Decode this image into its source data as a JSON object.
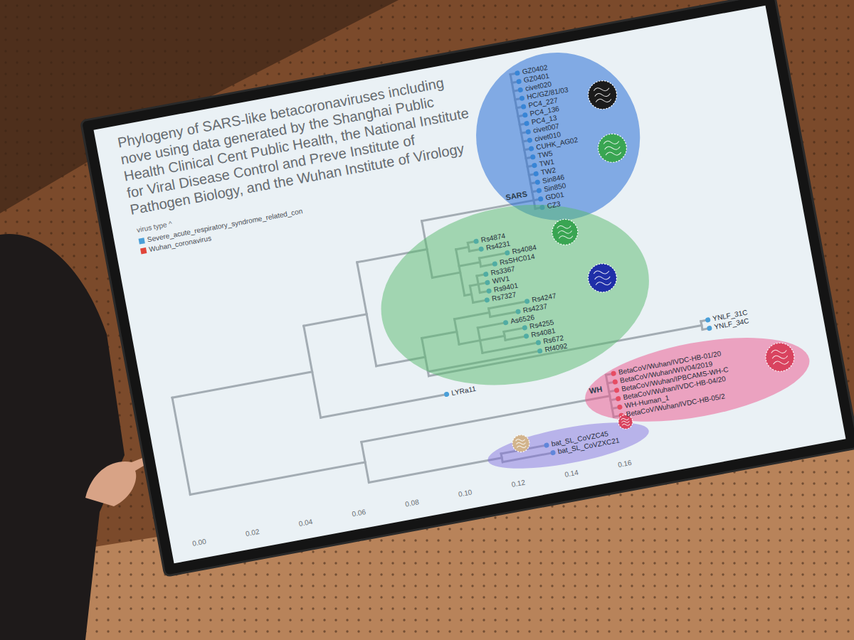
{
  "diagram": {
    "title": "Phylogeny of SARS-like betacoronaviruses including nove using data generated by the Shanghai Public Health Clinical Cent Public Health, the National Institute for Viral Disease Control and Preve Institute of Pathogen Biology, and the Wuhan Institute of Virology",
    "nodes": [
      {
        "text": [
          "SARS",
          "GZ0402",
          "GZ0401",
          "civet020",
          "HC/GZ/81/03",
          "PC4_227",
          "PC4_136",
          "PC4_13",
          "civet007",
          "civet010",
          "CUHK_AG02",
          "TW5",
          "TW1",
          "TW2",
          "Sin846",
          "Sin850",
          "GD01",
          "CZ3"
        ]
      },
      {
        "text": [
          "Rs4874",
          "Rs4231",
          "Rs4084",
          "RsSHC014",
          "Rs3367",
          "WIV1",
          "Rs9401",
          "Rs7327",
          "Rs4247",
          "Rs4237",
          "As6526",
          "Rs4255",
          "Rs4081",
          "Rs672",
          "Rf4092"
        ]
      },
      {
        "text": [
          "WH",
          "BetaCoV/Wuhan/IVDC-HB-01/20",
          "BetaCoV/Wuhan/WIV04/2019",
          "BetaCoV/Wuhan/IPBCAMS-WH-C",
          "BetaCoV/Wuhan/IVDC-HB-04/20",
          "WH-Human_1",
          "BetaCoV/Wuhan/IVDC-HB-05/2"
        ]
      },
      {
        "text": [
          "bat_SL_CoVZC45",
          "bat_SL_CoVZXC21"
        ]
      }
    ],
    "labels": [
      "virus type ^",
      "YNLF_31C",
      "YNLF_34C",
      "LYRa11",
      "0.00",
      "0.02",
      "0.04",
      "0.06",
      "0.08",
      "0.10",
      "0.12",
      "0.14",
      "0.16"
    ],
    "legend": [
      {
        "text": "Severe_acute_respiratory_syndrome_related_con",
        "color": "#4a9fd8"
      },
      {
        "text": "Wuhan_coronavirus",
        "color": "#e0453a"
      }
    ]
  }
}
